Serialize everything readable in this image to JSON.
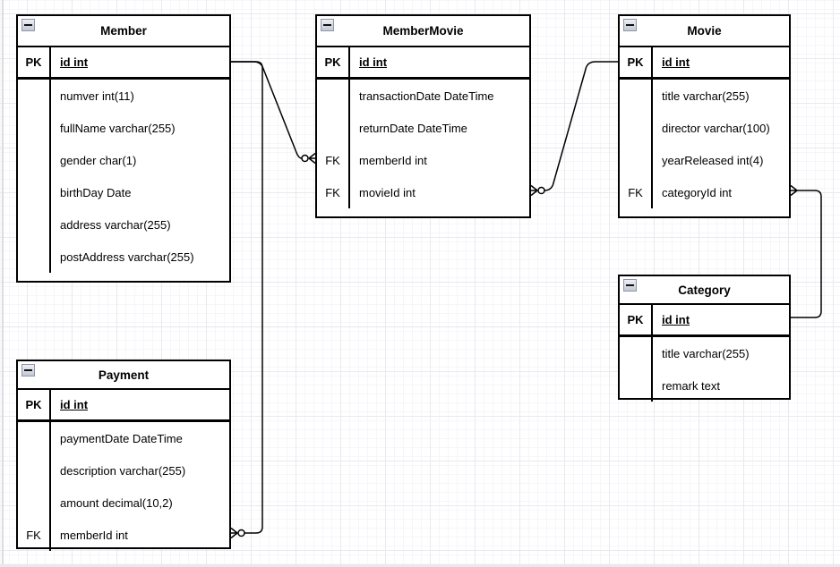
{
  "diagram": {
    "type": "entity-relationship",
    "colors": {
      "background": "#ffffff",
      "table_border": "#000000",
      "grid_minor": "#f6f6f9",
      "grid_major": "#e9e9ef",
      "text": "#000000"
    },
    "icons": {
      "collapse": "−"
    },
    "tables": [
      {
        "title": "Member",
        "rows": [
          {
            "key": "PK",
            "label": "id int"
          },
          {
            "key": "",
            "label": "numver int(11)"
          },
          {
            "key": "",
            "label": "fullName varchar(255)"
          },
          {
            "key": "",
            "label": "gender char(1)"
          },
          {
            "key": "",
            "label": "birthDay Date"
          },
          {
            "key": "",
            "label": "address varchar(255)"
          },
          {
            "key": "",
            "label": "postAddress varchar(255)"
          }
        ]
      },
      {
        "title": "MemberMovie",
        "rows": [
          {
            "key": "PK",
            "label": "id int"
          },
          {
            "key": "",
            "label": "transactionDate DateTime"
          },
          {
            "key": "",
            "label": "returnDate DateTime"
          },
          {
            "key": "FK",
            "label": "memberId int"
          },
          {
            "key": "FK",
            "label": "movieId int"
          }
        ]
      },
      {
        "title": "Movie",
        "rows": [
          {
            "key": "PK",
            "label": "id int"
          },
          {
            "key": "",
            "label": "title varchar(255)"
          },
          {
            "key": "",
            "label": "director varchar(100)"
          },
          {
            "key": "",
            "label": "yearReleased int(4)"
          },
          {
            "key": "FK",
            "label": "categoryId int"
          }
        ]
      },
      {
        "title": "Category",
        "rows": [
          {
            "key": "PK",
            "label": "id int"
          },
          {
            "key": "",
            "label": "title varchar(255)"
          },
          {
            "key": "",
            "label": "remark text"
          }
        ]
      },
      {
        "title": "Payment",
        "rows": [
          {
            "key": "PK",
            "label": "id int"
          },
          {
            "key": "",
            "label": "paymentDate DateTime"
          },
          {
            "key": "",
            "label": "description varchar(255)"
          },
          {
            "key": "",
            "label": "amount decimal(10,2)"
          },
          {
            "key": "FK",
            "label": "memberId int"
          }
        ]
      }
    ],
    "relationships": [
      {
        "from": "Member.id",
        "to": "MemberMovie.memberId",
        "from_cardinality": "one",
        "to_cardinality": "zero-or-many"
      },
      {
        "from": "Movie.id",
        "to": "MemberMovie.movieId",
        "from_cardinality": "one",
        "to_cardinality": "zero-or-many"
      },
      {
        "from": "Category.id",
        "to": "Movie.categoryId",
        "from_cardinality": "one",
        "to_cardinality": "many"
      },
      {
        "from": "Member.id",
        "to": "Payment.memberId",
        "from_cardinality": "one",
        "to_cardinality": "zero-or-many"
      }
    ]
  }
}
